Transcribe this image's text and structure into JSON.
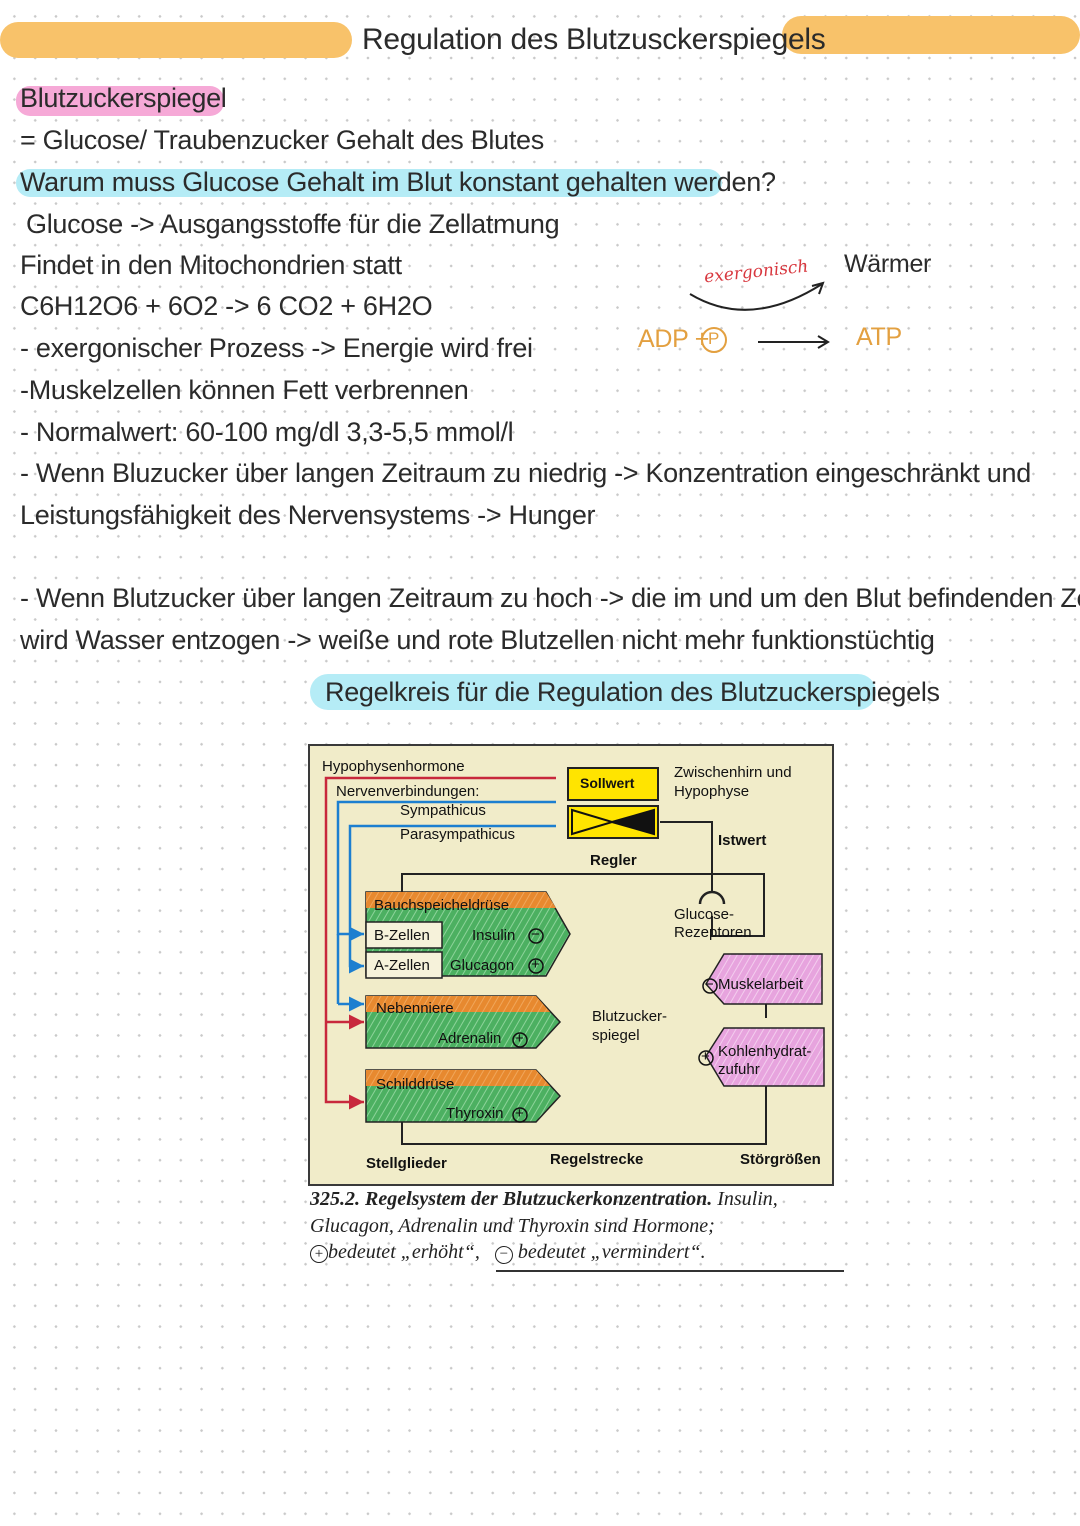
{
  "title": "Regulation des Blutzusckerspiegels",
  "heading": "Blutzuckerspiegel",
  "lines": {
    "definition": "= Glucose/ Traubenzucker Gehalt des Blutes",
    "question": "Warum muss Glucose Gehalt im Blut konstant gehalten werden?",
    "l1": "Glucose -> Ausgangsstoffe für die Zellatmung",
    "l2": "Findet in den Mitochondrien statt",
    "l3": "C6H12O6 + 6O2 -> 6 CO2 + 6H2O",
    "l4": "- exergonischer Prozess -> Energie wird frei",
    "l5": "-Muskelzellen können Fett verbrennen",
    "l6": "- Normalwert:  60-100 mg/dl  3,3-5,5 mmol/l",
    "l7a": "- Wenn Bluzucker über langen Zeitraum zu niedrig -> Konzentration eingeschränkt und",
    "l7b": "Leistungsfähigkeit des Nervensystems -> Hunger",
    "l8a": "- Wenn Blutzucker über langen Zeitraum zu hoch -> die im und um den Blut befindenden Zellen",
    "l8b": "wird Wasser entzogen -> weiße und rote Blutzellen nicht mehr funktionstüchtig",
    "subheading": "Regelkreis für die Regulation des Blutzuckerspiegels"
  },
  "atp_sketch": {
    "exergonisch": "exergonisch",
    "waermer": "Wärmer",
    "adp": "ADP +",
    "p": "P",
    "atp": "ATP"
  },
  "figure": {
    "hypophysenhormone": "Hypophysenhormone",
    "nervenverbindungen": "Nervenverbindungen:",
    "sympathicus": "Sympathicus",
    "parasympathicus": "Parasympathicus",
    "sollwert": "Sollwert",
    "regler": "Regler",
    "zwischenhirn_1": "Zwischenhirn und",
    "zwischenhirn_2": "Hypophyse",
    "istwert": "Istwert",
    "glucose_rez_1": "Glucose-",
    "glucose_rez_2": "Rezeptoren",
    "bauchspeicheldruese": "Bauchspeicheldrüse",
    "b_zellen": "B-Zellen",
    "insulin": "Insulin",
    "a_zellen": "A-Zellen",
    "glucagon": "Glucagon",
    "nebenniere": "Nebenniere",
    "adrenalin": "Adrenalin",
    "schilddruese": "Schilddrüse",
    "thyroxin": "Thyroxin",
    "blutzucker_1": "Blutzucker-",
    "blutzucker_2": "spiegel",
    "muskelarbeit": "Muskelarbeit",
    "kohlenhydrat_1": "Kohlenhydrat-",
    "kohlenhydrat_2": "zufuhr",
    "stellglieder": "Stellglieder",
    "regelstrecke": "Regelstrecke",
    "stoergroessen": "Störgrößen",
    "plus": "+",
    "minus": "−"
  },
  "caption": {
    "num": "325.2.",
    "bold": "Regelsystem der Blutzuckerkonzentration.",
    "rest1": " Insulin,",
    "line2": "Glucagon, Adrenalin und Thyroxin sind Hormone;",
    "plus_sym": "+",
    "erhoeht": "bedeutet „erhöht“,",
    "minus_sym": "−",
    "vermindert": "bedeutet „vermindert“."
  },
  "colors": {
    "highlight_orange": "#f8c26a",
    "highlight_pink": "#f6a9d7",
    "highlight_blue": "#b5ecf6",
    "figure_bg": "#f1ecc9",
    "orange_box": "#e7892f",
    "green_box": "#4cb061",
    "pink_box": "#e7a4de",
    "hormone_red": "#c8283c",
    "nerve_blue": "#1c7fd0",
    "sketch_orange": "#e3a040",
    "sketch_red": "#d8383f"
  }
}
